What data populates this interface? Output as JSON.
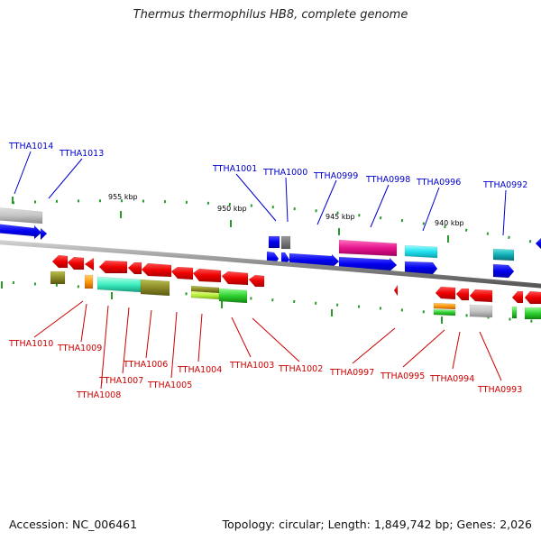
{
  "header": {
    "title": "Thermus thermophilus HB8, complete genome"
  },
  "footer": {
    "accession": "Accession: NC_006461",
    "summary": "Topology: circular; Length: 1,849,742 bp; Genes: 2,026"
  },
  "colors": {
    "backbone": "#888888",
    "forward_label": "#0000cc",
    "reverse_label": "#cc0000",
    "tick": "#22aa22"
  },
  "scale_labels": [
    "955 kbp",
    "950 kbp",
    "945 kbp",
    "940 kbp"
  ],
  "genes_forward": [
    "TTHA1014",
    "TTHA1013",
    "TTHA1001",
    "TTHA1000",
    "TTHA0999",
    "TTHA0998",
    "TTHA0996",
    "TTHA0992"
  ],
  "genes_reverse": [
    "TTHA1010",
    "TTHA1009",
    "TTHA1008",
    "TTHA1007",
    "TTHA1006",
    "TTHA1005",
    "TTHA1004",
    "TTHA1003",
    "TTHA1002",
    "TTHA0997",
    "TTHA0995",
    "TTHA0994",
    "TTHA0993"
  ]
}
